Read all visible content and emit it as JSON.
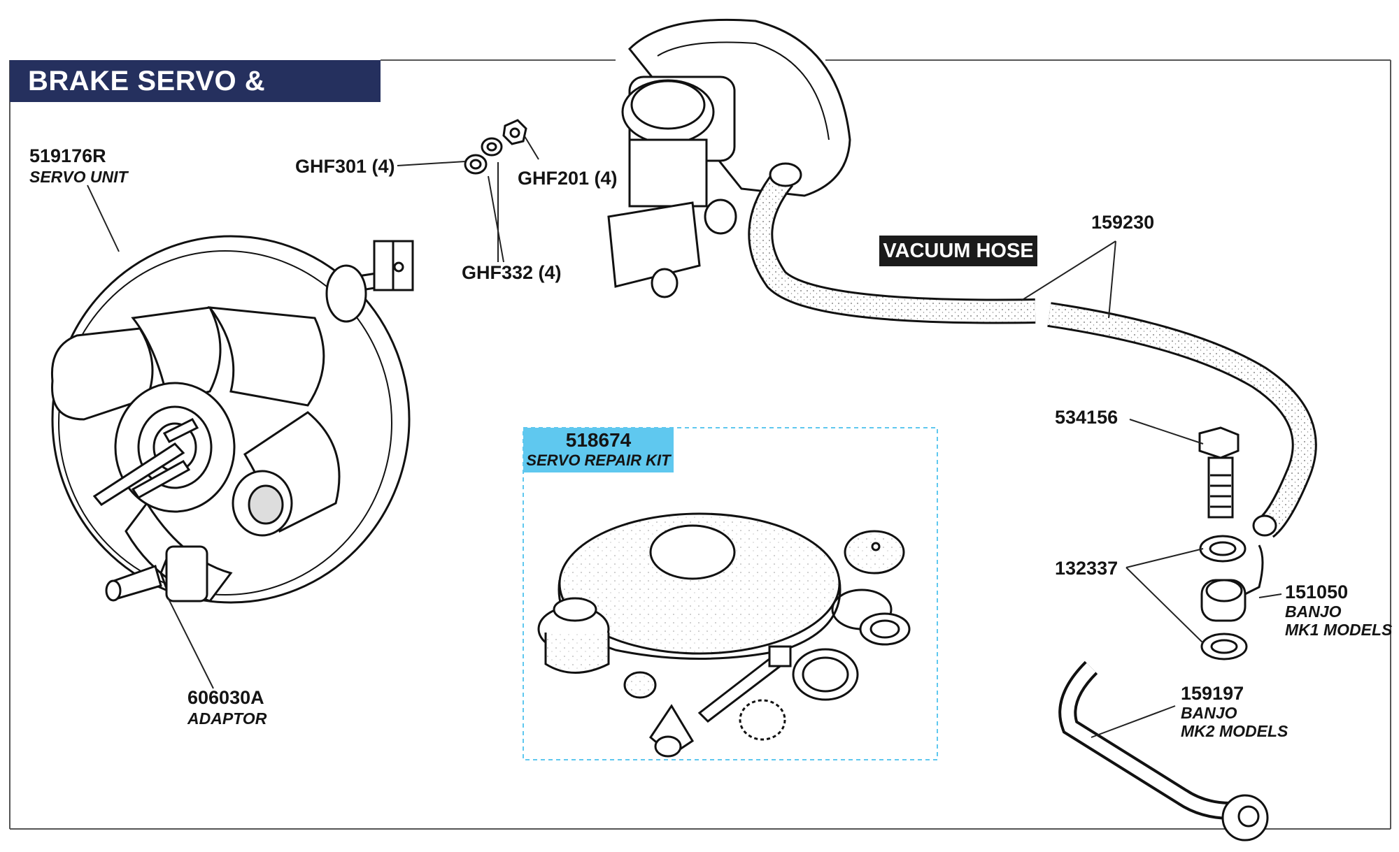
{
  "title": "BRAKE SERVO & FITTINGS",
  "vacuum_hose_label": "VACUUM HOSE",
  "kit": {
    "number": "518674",
    "name": "SERVO REPAIR KIT"
  },
  "parts": {
    "servo_unit": {
      "number": "519176R",
      "name": "SERVO UNIT"
    },
    "adaptor": {
      "number": "606030A",
      "name": "ADAPTOR"
    },
    "washer": {
      "number": "GHF301 (4)"
    },
    "nut": {
      "number": "GHF201 (4)"
    },
    "spring_washer": {
      "number": "GHF332 (4)"
    },
    "vacuum_hose": {
      "number": "159230"
    },
    "bolt": {
      "number": "534156"
    },
    "sealing_washer": {
      "number": "132337"
    },
    "banjo_mk1": {
      "number": "151050",
      "name": "BANJO",
      "note": "MK1 MODELS"
    },
    "banjo_mk2": {
      "number": "159197",
      "name": "BANJO",
      "note": "MK2 MODELS"
    }
  },
  "colors": {
    "title_bg": "#25305e",
    "kit_bg": "#5fc8ef",
    "vac_bg": "#1b1b1b",
    "ink": "#141414"
  }
}
